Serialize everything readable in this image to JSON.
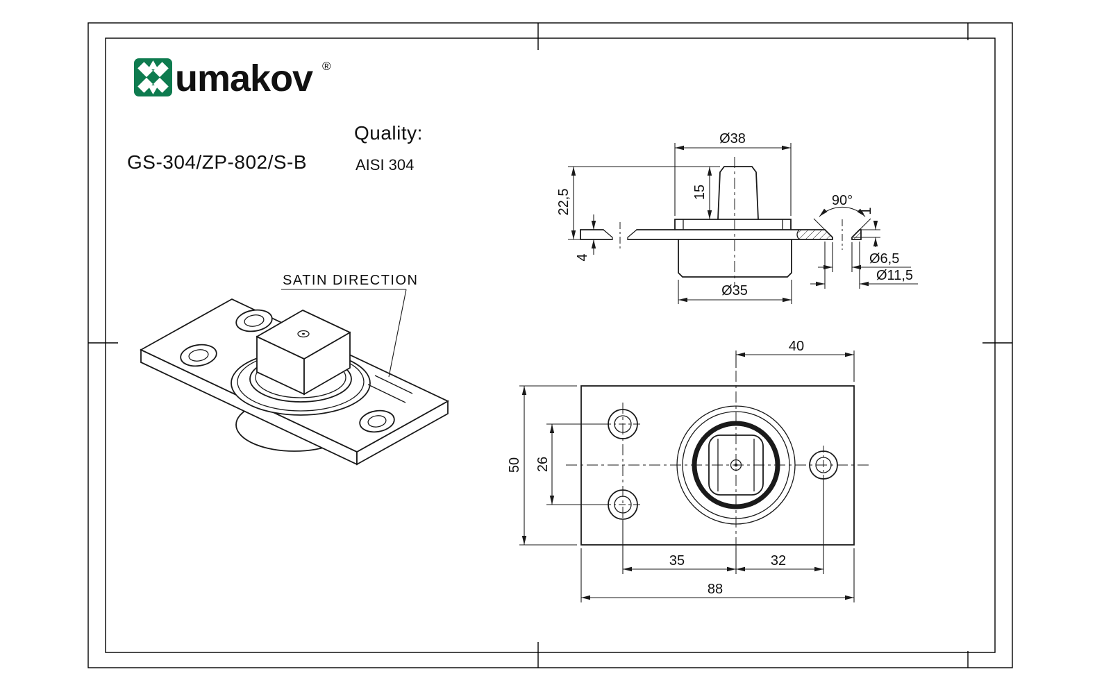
{
  "header": {
    "brand": "umakov",
    "registered_mark": "®",
    "part_number": "GS-304/ZP-802/S-B",
    "quality_label": "Quality:",
    "quality_value": "AISI 304"
  },
  "annotations": {
    "satin_direction": "SATIN DIRECTION"
  },
  "dimensions": {
    "side_view": {
      "flange_dia": "Ø38",
      "pin_height": "15",
      "total_height": "22,5",
      "plate_thickness": "4",
      "base_dia": "Ø35",
      "countersink_angle": "90°",
      "countersink_depth": "1",
      "hole_dia": "Ø6,5",
      "countersink_dia": "Ø11,5"
    },
    "top_view": {
      "center_to_edge": "40",
      "plate_width": "50",
      "hole_spacing": "26",
      "holes_to_center": "35",
      "center_to_side_hole": "32",
      "plate_length": "88"
    }
  },
  "colors": {
    "brand_green": "#0E7B4F",
    "line": "#1a1a1a"
  }
}
